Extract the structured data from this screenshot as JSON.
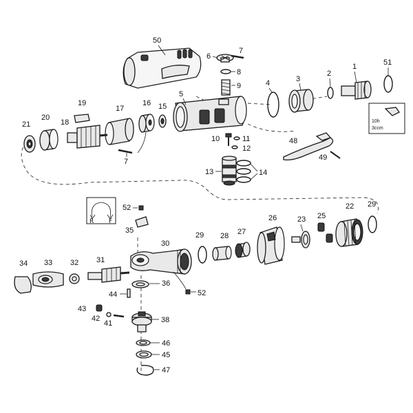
{
  "callouts": {
    "c1": "1",
    "c2": "2",
    "c3": "3",
    "c4": "4",
    "c5": "5",
    "c6": "6",
    "c7a": "7",
    "c7b": "7",
    "c8": "8",
    "c9": "9",
    "c10": "10",
    "c11": "11",
    "c12": "12",
    "c13": "13",
    "c14": "14",
    "c15": "15",
    "c16": "16",
    "c17": "17",
    "c18": "18",
    "c19": "19",
    "c20": "20",
    "c21": "21",
    "c22": "22",
    "c23": "23",
    "c25": "25",
    "c26": "26",
    "c27": "27",
    "c28": "28",
    "c29a": "29",
    "c29b": "29",
    "c30": "30",
    "c31": "31",
    "c32": "32",
    "c33": "33",
    "c34": "34",
    "c35": "35",
    "c36": "36",
    "c38": "38",
    "c41": "41",
    "c42": "42",
    "c43": "43",
    "c44": "44",
    "c45": "45",
    "c46": "46",
    "c47": "47",
    "c48": "48",
    "c49": "49",
    "c50": "50",
    "c51": "51",
    "c52a": "52",
    "c52b": "52"
  },
  "torque_box": {
    "line1": "10h",
    "line2": "3ccm"
  },
  "direction_glyphs": {
    "left": "R",
    "right": "F"
  },
  "icons": {
    "direction": "rotation-direction-icon",
    "oil": "oil-can-icon"
  }
}
